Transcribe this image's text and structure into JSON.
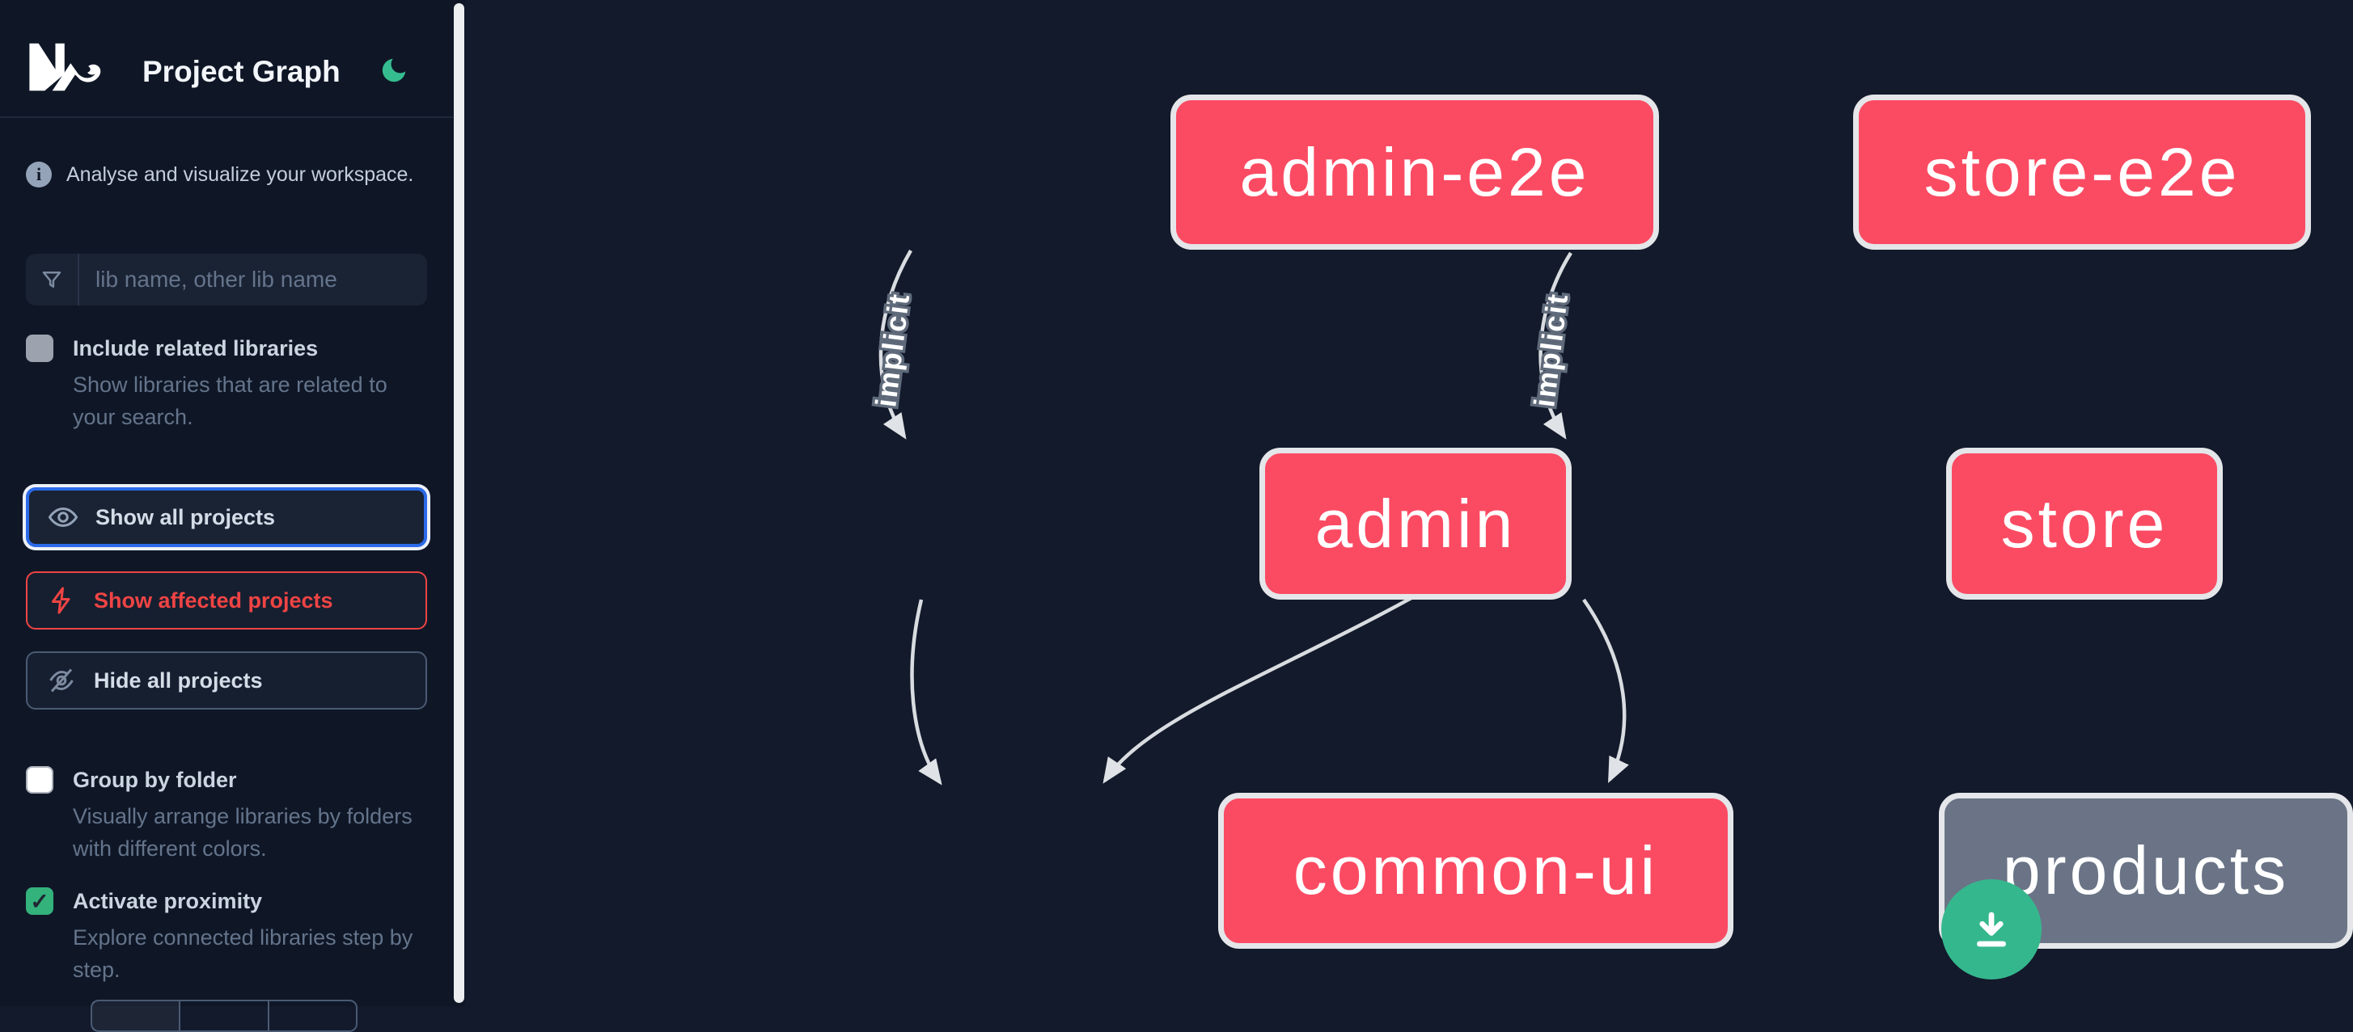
{
  "header": {
    "app_name": "Nx",
    "title": "Project Graph",
    "theme_icon": "moon-icon"
  },
  "sidebar": {
    "info_text": "Analyse and visualize your workspace.",
    "search": {
      "placeholder": "lib name, other lib name",
      "icon": "filter-icon"
    },
    "toggles": [
      {
        "label": "Include related libraries",
        "description": "Show libraries that are related to your search.",
        "checked": false
      },
      {
        "label": "Group by folder",
        "description": "Visually arrange libraries by folders with different colors.",
        "checked": false
      },
      {
        "label": "Activate proximity",
        "description": "Explore connected libraries step by step.",
        "checked": true,
        "check_glyph": "✓"
      }
    ],
    "actions": [
      {
        "label": "Show all projects",
        "icon": "eye-icon",
        "state": "focused"
      },
      {
        "label": "Show affected projects",
        "icon": "bolt-icon",
        "state": "affected"
      },
      {
        "label": "Hide all projects",
        "icon": "eye-off-icon",
        "state": "default"
      }
    ]
  },
  "graph": {
    "nodes": [
      {
        "label": "admin-e2e",
        "color_role": "highlighted"
      },
      {
        "label": "store-e2e",
        "color_role": "highlighted"
      },
      {
        "label": "admin",
        "color_role": "highlighted"
      },
      {
        "label": "store",
        "color_role": "highlighted"
      },
      {
        "label": "common-ui",
        "color_role": "highlighted"
      },
      {
        "label": "products",
        "color_role": "muted"
      }
    ],
    "edges": [
      {
        "from": "admin-e2e",
        "to": "admin",
        "label": "implicit"
      },
      {
        "from": "store-e2e",
        "to": "store",
        "label": "implicit"
      },
      {
        "from": "admin",
        "to": "common-ui",
        "label": ""
      },
      {
        "from": "store",
        "to": "common-ui",
        "label": ""
      },
      {
        "from": "store",
        "to": "products",
        "label": ""
      }
    ]
  },
  "fab": {
    "icon": "download-icon"
  },
  "colors": {
    "background": "#121a2b",
    "sidebar_background": "#0f1727",
    "node_highlighted": "#fb4b63",
    "node_muted": "#6a7486",
    "node_border": "#e4e6e9",
    "edge": "#d9dce0",
    "accent_focus": "#2b6ae8",
    "accent_affected": "#ef4444",
    "accent_green": "#34b27b",
    "fab_green": "#35b78d"
  }
}
